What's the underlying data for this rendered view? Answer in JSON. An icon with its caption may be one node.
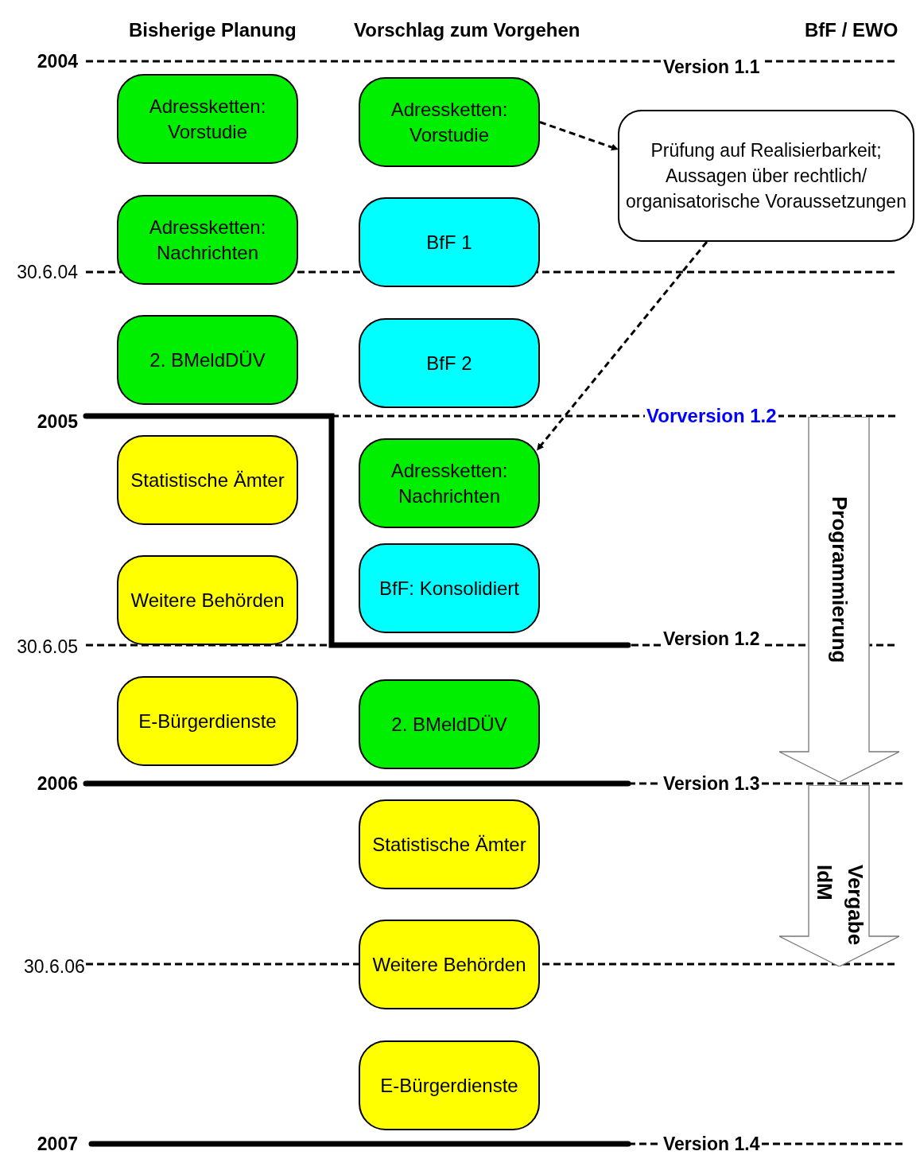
{
  "diagram": {
    "nodes": [
      {
        "text": [
          "Adressketten: Vorstudie"
        ]
      },
      {
        "text": [
          "Adressketten: Nachrichten"
        ]
      },
      {
        "text": [
          "2. BMeldDÜV"
        ]
      },
      {
        "text": [
          "Statistische Ämter"
        ]
      },
      {
        "text": [
          "Weitere Behörden"
        ]
      },
      {
        "text": [
          "E-Bürgerdienste"
        ]
      },
      {
        "text": [
          "Adressketten: Vorstudie"
        ]
      },
      {
        "text": [
          "BfF 1"
        ]
      },
      {
        "text": [
          "BfF 2"
        ]
      },
      {
        "text": [
          "Adressketten: Nachrichten"
        ]
      },
      {
        "text": [
          "BfF: Konsolidiert"
        ]
      },
      {
        "text": [
          "2. BMeldDÜV"
        ]
      },
      {
        "text": [
          "Statistische Ämter"
        ]
      },
      {
        "text": [
          "Weitere Behörden"
        ]
      },
      {
        "text": [
          "E-Bürgerdienste"
        ]
      },
      {
        "text": [
          "Prüfung auf Realisierbarkeit; Aussagen über rechtlich/ organisatorische Voraussetzungen"
        ]
      },
      {
        "text": [
          "Programmierung"
        ]
      },
      {
        "text": [
          "Vergabe IdM"
        ]
      }
    ],
    "edges": [
      {
        "from": 6,
        "to": 15,
        "arrow": "to",
        "style": "dashed"
      },
      {
        "from": 15,
        "to": 9,
        "arrow": "to",
        "style": "dashed"
      }
    ],
    "labels": [
      "Bisherige Planung",
      "Vorschlag zum Vorgehen",
      "BfF / EWO",
      "2004",
      "Version 1.1",
      "30.6.04",
      "2005",
      "Vorversion 1.2",
      "30.6.05",
      "Version 1.2",
      "2006",
      "Version 1.3",
      "30.6.06",
      "2007",
      "Version 1.4"
    ]
  }
}
